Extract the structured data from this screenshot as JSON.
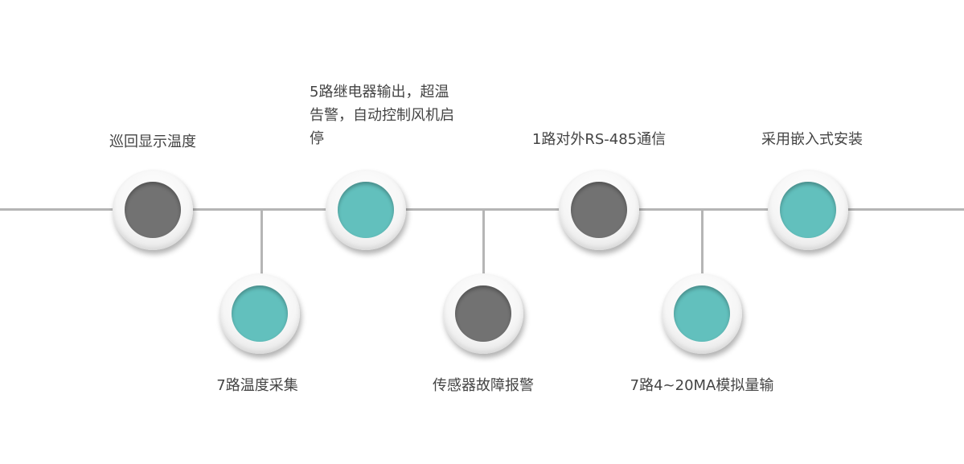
{
  "colors": {
    "teal": "#62c0bd",
    "gray": "#727272",
    "line": "#b5b5b5"
  },
  "features": [
    {
      "label": "巡回显示温度",
      "color": "gray",
      "row": "top"
    },
    {
      "label": "7路温度采集",
      "color": "teal",
      "row": "bottom"
    },
    {
      "label": "5路继电器输出，超温告警，自动控制风机启停",
      "color": "teal",
      "row": "top"
    },
    {
      "label": "传感器故障报警",
      "color": "gray",
      "row": "bottom"
    },
    {
      "label": "1路对外RS-485通信",
      "color": "gray",
      "row": "top"
    },
    {
      "label": "7路4~20MA模拟量输",
      "color": "teal",
      "row": "bottom"
    },
    {
      "label": "采用嵌入式安装",
      "color": "teal",
      "row": "top"
    }
  ]
}
